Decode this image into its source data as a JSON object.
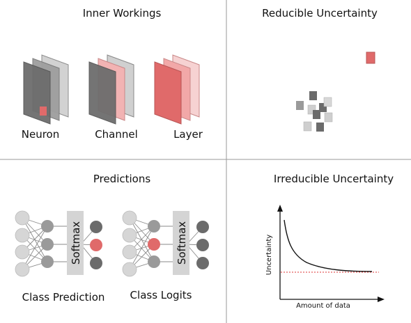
{
  "quadrants": {
    "inner_workings": {
      "title": "Inner Workings",
      "labels": {
        "neuron": "Neuron",
        "channel": "Channel",
        "layer": "Layer"
      }
    },
    "reducible_uncertainty": {
      "title": "Reducible Uncertainty"
    },
    "predictions": {
      "title": "Predictions",
      "softmax_label": "Softmax",
      "labels": {
        "class_prediction": "Class Prediction",
        "class_logits": "Class Logits"
      }
    },
    "irreducible_uncertainty": {
      "title": "Irreducible Uncertainty",
      "ylabel": "Uncertainty",
      "xlabel": "Amount of data"
    }
  },
  "colors": {
    "dark_gray": "#6b6b6b",
    "mid_gray": "#9a9a9a",
    "light_gray": "#cfcfcf",
    "red": "#e06a6a",
    "light_red": "#f2b3b3",
    "divider": "#9a9a9a"
  }
}
